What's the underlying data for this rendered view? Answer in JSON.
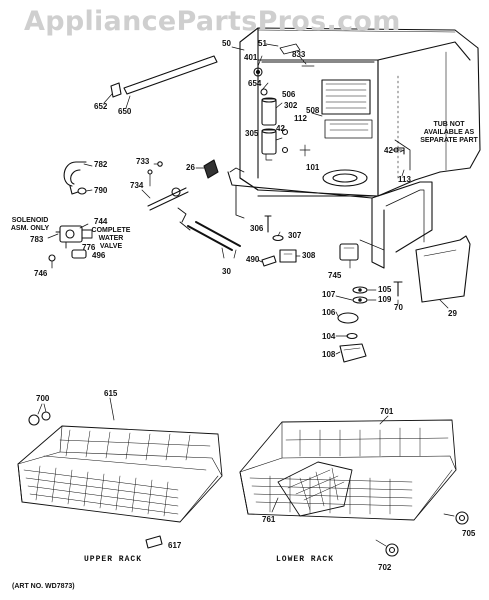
{
  "watermark": "AppliancePartsPros.com",
  "notes": {
    "tub": [
      "TUB NOT",
      "AVAILABLE AS",
      "SEPARATE PART"
    ],
    "solenoid": [
      "SOLENOID",
      "ASM. ONLY"
    ],
    "water_valve": [
      "COMPLETE",
      "WATER",
      "VALVE"
    ]
  },
  "captions": {
    "upper_rack": "UPPER RACK",
    "lower_rack": "LOWER RACK"
  },
  "art_no": "(ART NO. WD7873)",
  "part_numbers": {
    "p50": "50",
    "p51": "51",
    "p401": "401",
    "p833": "833",
    "p654": "654",
    "p506": "506",
    "p302": "302",
    "p112": "112",
    "p508": "508",
    "p305": "305",
    "p42a": "42",
    "p42b": "42",
    "p101": "101",
    "p113": "113",
    "p652": "652",
    "p650": "650",
    "p782": "782",
    "p790": "790",
    "p733": "733",
    "p26": "26",
    "p734": "734",
    "p744": "744",
    "p783": "783",
    "p776": "776",
    "p496": "496",
    "p746": "746",
    "p30": "30",
    "p306": "306",
    "p307": "307",
    "p308": "308",
    "p490": "490",
    "p745": "745",
    "p105": "105",
    "p107": "107",
    "p109": "109",
    "p70": "70",
    "p106": "106",
    "p104": "104",
    "p108": "108",
    "p29": "29",
    "p700": "700",
    "p615": "615",
    "p701": "701",
    "p617": "617",
    "p761": "761",
    "p705": "705",
    "p702": "702"
  }
}
